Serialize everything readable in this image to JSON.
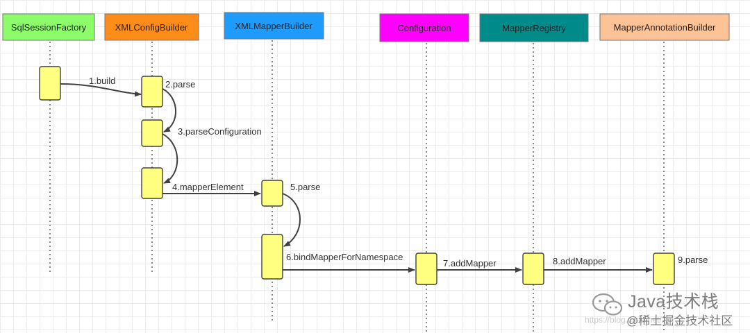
{
  "participants": [
    {
      "id": "sql_session_factory",
      "label": "SqlSessionFactory",
      "fill": "#8dfc6b",
      "text_color": "#222222"
    },
    {
      "id": "xml_config_builder",
      "label": "XMLConfigBuilder",
      "fill": "#fd8c19",
      "text_color": "#222222"
    },
    {
      "id": "xml_mapper_builder",
      "label": "XMLMapperBuilder",
      "fill": "#1e9bfb",
      "text_color": "#222222"
    },
    {
      "id": "configuration",
      "label": "Configuration",
      "fill": "#fe00fe",
      "text_color": "#222222"
    },
    {
      "id": "mapper_registry",
      "label": "MapperRegistry",
      "fill": "#008b8b",
      "text_color": "#222222"
    },
    {
      "id": "mapper_annotation_builder",
      "label": "MapperAnnotationBuilder",
      "fill": "#fdc296",
      "text_color": "#222222"
    }
  ],
  "activation_fill": "#ffff80",
  "messages": [
    {
      "label": "1.build",
      "from": "sql_session_factory",
      "to": "xml_config_builder",
      "kind": "call"
    },
    {
      "label": "2.parse",
      "from": "xml_config_builder",
      "to": "xml_config_builder",
      "kind": "self"
    },
    {
      "label": "3.parseConfiguration",
      "from": "xml_config_builder",
      "to": "xml_config_builder",
      "kind": "self"
    },
    {
      "label": "4.mapperElement",
      "from": "xml_config_builder",
      "to": "xml_mapper_builder",
      "kind": "call"
    },
    {
      "label": "5.parse",
      "from": "xml_mapper_builder",
      "to": "xml_mapper_builder",
      "kind": "self"
    },
    {
      "label": "6.bindMapperForNamespace",
      "from": "xml_mapper_builder",
      "to": "configuration",
      "kind": "call"
    },
    {
      "label": "7.addMapper",
      "from": "configuration",
      "to": "mapper_registry",
      "kind": "call"
    },
    {
      "label": "8.addMapper",
      "from": "mapper_registry",
      "to": "mapper_annotation_builder",
      "kind": "call"
    },
    {
      "label": "9.parse",
      "from": "mapper_annotation_builder",
      "to": "mapper_annotation_builder",
      "kind": "note"
    }
  ],
  "watermark": {
    "title": "Java技术栈",
    "subtitle": "@稀土掘金技术社区",
    "faint": "https://blog.csdn.net/..."
  }
}
